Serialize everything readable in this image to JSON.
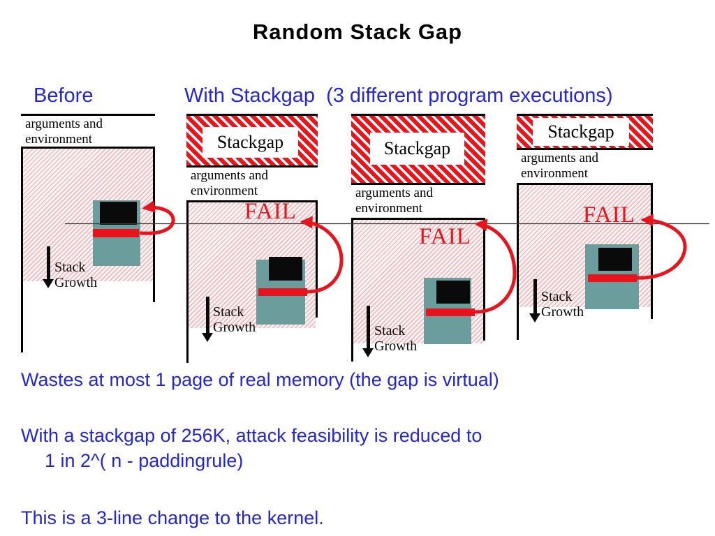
{
  "slide": {
    "title": "Random Stack Gap",
    "headers": {
      "before": "Before",
      "with_stackgap": "With Stackgap  (3 different program executions)"
    },
    "labels": {
      "stackgap": "Stackgap",
      "args": "arguments and environment",
      "stack_growth": "Stack Growth",
      "fail": "FAIL"
    },
    "notes": {
      "line1": "Wastes at most 1 page of real memory (the gap is virtual)",
      "line2": "With a stackgap of 256K, attack feasibility is reduced to",
      "line2_cont": "1 in 2^( n - paddingrule)",
      "line3": "This is a 3-line change to the kernel."
    },
    "colors": {
      "heading_blue": "#2426cf",
      "fail_red": "#e8131b",
      "arrow_red": "#e8141d",
      "hatch_red": "#e8151a",
      "terminal_teal": "#6b9d9d",
      "pink_hatch": "#eeb9bd"
    }
  }
}
